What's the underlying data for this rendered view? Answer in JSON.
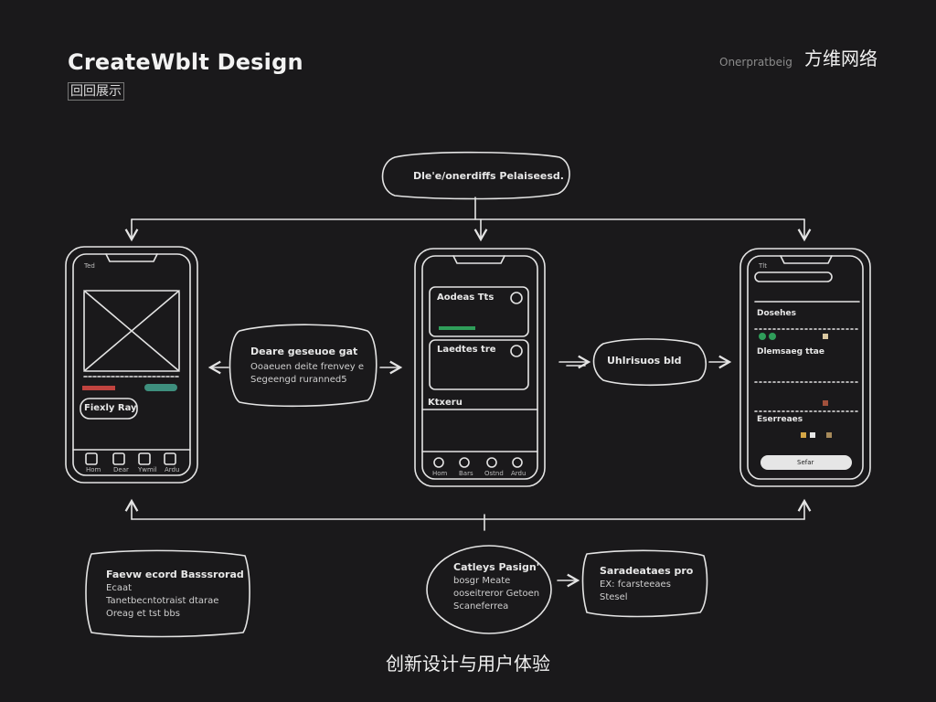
{
  "header": {
    "title": "CreateWblt Design",
    "subtitle": "回回展示",
    "tag": "Onerpratbeig",
    "brand": "方维网络"
  },
  "top_bubble": "Dle'e/onerdiffs Pelaiseesd.",
  "left_note": {
    "title": "Deare geseuoe gat",
    "lines": [
      "Ooaeuen deite frenvey e",
      "Segeengd ruranned5"
    ]
  },
  "right_note": "Uhlrisuos bld",
  "phone_left": {
    "status": "Ted",
    "row_label": "Fiexly Ray",
    "tabs": [
      "Hom",
      "Dear",
      "Ywmil",
      "Ardu"
    ]
  },
  "phone_mid": {
    "card1_title": "Aodeas Tts",
    "card2_title": "Laedtes tre",
    "section": "Ktxeru",
    "tabs": [
      "Hom",
      "Bars",
      "Ostnd",
      "Ardu"
    ]
  },
  "phone_right": {
    "status": "Tlt",
    "section1": "Dosehes",
    "section2": "Dlemsaeg ttae",
    "section3": "Eserreaes",
    "button": "Sefar"
  },
  "bottom_left": {
    "title": "Faevw ecord Basssrorad",
    "lines": [
      "Ecaat",
      "Tanetbecntotraist dtarae",
      "Oreag et tst bbs"
    ]
  },
  "bottom_center": {
    "title": "Catleys Pasign'",
    "lines": [
      "bosgr Meate",
      "ooseitreror Getoen",
      "Scaneferrea"
    ]
  },
  "bottom_right": {
    "title": "Saradeataes pro",
    "lines": [
      "EX: fcarsteeaes",
      "Stesel"
    ]
  },
  "caption": "创新设计与用户体验",
  "colors": {
    "background": "#1a191b",
    "line": "#e4e4e4",
    "accent_green": "#2f9e5a",
    "accent_red": "#c0433f"
  }
}
